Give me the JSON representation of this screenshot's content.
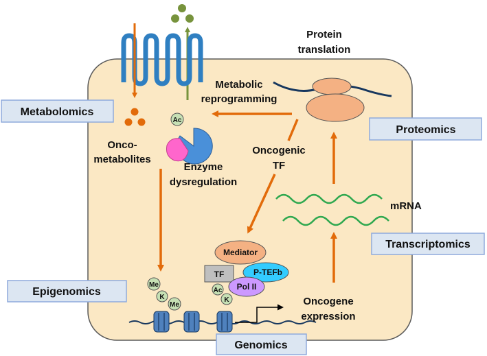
{
  "diagram": {
    "omics_labels": {
      "metabolomics": "Metabolomics",
      "proteomics": "Proteomics",
      "transcriptomics": "Transcriptomics",
      "epigenomics": "Epigenomics",
      "genomics": "Genomics"
    },
    "annotations": {
      "protein_translation_line1": "Protein",
      "protein_translation_line2": "translation",
      "metabolic_line1": "Metabolic",
      "metabolic_line2": "reprogramming",
      "oncometab_line1": "Onco-",
      "oncometab_line2": "metabolites",
      "enzyme_line1": "Enzyme",
      "enzyme_line2": "dysregulation",
      "oncogenic_line1": "Oncogenic",
      "oncogenic_line2": "TF",
      "mrna": "mRNA",
      "oncogene_line1": "Oncogene",
      "oncogene_line2": "expression"
    },
    "complex": {
      "mediator": "Mediator",
      "tf": "TF",
      "ptefb": "P-TEFb",
      "pol2": "Pol II"
    },
    "marks": {
      "ac": "Ac",
      "me": "Me",
      "k": "K"
    },
    "colors": {
      "cell_fill": "#fbe8c4",
      "arrow": "#e26b0a",
      "receptor": "#2f7fc1",
      "ligand_green": "#77933c",
      "label_box": "#dce6f2",
      "label_border": "#8faadc",
      "mrna": "#2fa84f",
      "ribosome": "#f4b183",
      "dna_line": "#17375e",
      "nucleosome": "#4f81bd",
      "mediator": "#f4b183",
      "tf_box": "#bfbfbf",
      "ptefb": "#33ccff",
      "pol2": "#cc99ff",
      "mark_circle": "#c6e0b4",
      "enzyme_blue": "#4a90d9",
      "enzyme_pink": "#ff66cc"
    }
  }
}
